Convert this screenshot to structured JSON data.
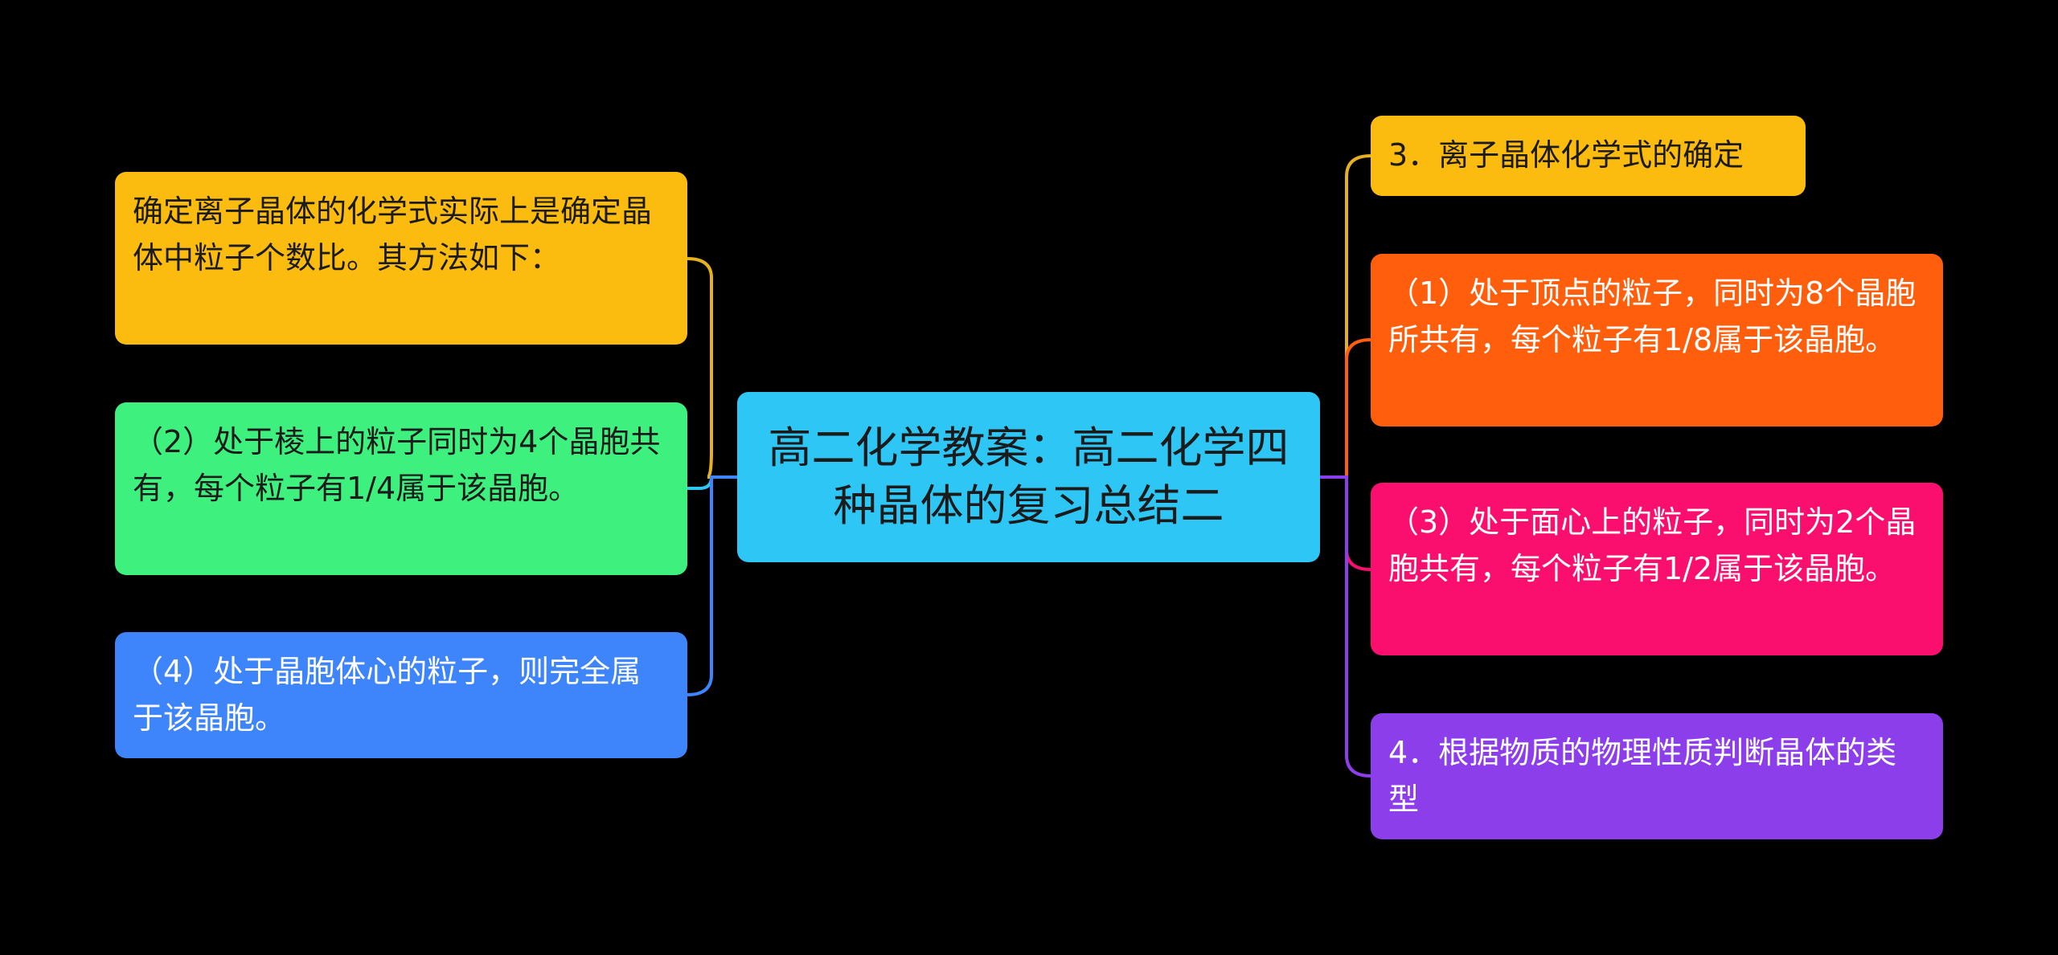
{
  "center": {
    "text": "高二化学教案：高二化学四种晶体的复习总结二",
    "color": "#2ec7f5"
  },
  "left_nodes": [
    {
      "text": "确定离子晶体的化学式实际上是确定晶体中粒子个数比。其方法如下：",
      "color": "#fcbb0f",
      "line": "#e7b020"
    },
    {
      "text": "（2）处于棱上的粒子同时为4个晶胞共有，每个粒子有1/4属于该晶胞。",
      "color": "#3ef17f",
      "line": "#2ec7f5"
    },
    {
      "text": "（4）处于晶胞体心的粒子，则完全属于该晶胞。",
      "color": "#3e84fb",
      "line": "#3e84fb"
    }
  ],
  "right_nodes": [
    {
      "text": "3．离子晶体化学式的确定",
      "color": "#fcbb0f",
      "line": "#e7b020"
    },
    {
      "text": "（1）处于顶点的粒子，同时为8个晶胞所共有，每个粒子有1/8属于该晶胞。",
      "color": "#ff5f0c",
      "line": "#ff5f0c"
    },
    {
      "text": "（3）处于面心上的粒子，同时为2个晶胞共有，每个粒子有1/2属于该晶胞。",
      "color": "#fa0f6e",
      "line": "#fa0f6e"
    },
    {
      "text": "4．根据物质的物理性质判断晶体的类型",
      "color": "#8c3eeb",
      "line": "#8c3eeb"
    }
  ],
  "colors": {
    "background": "#000000",
    "left_trunk": "#e7b020",
    "right_trunk": "#8c3eeb"
  }
}
